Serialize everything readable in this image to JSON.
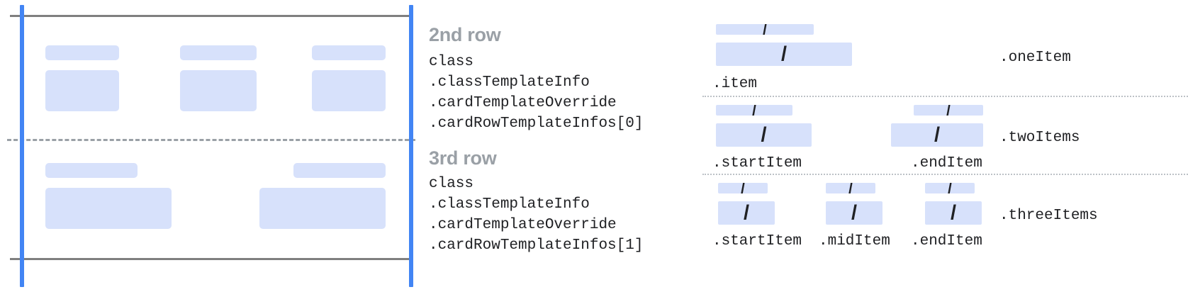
{
  "colors": {
    "placeholder_fill": "#d7e1fb",
    "guide_blue": "#4285f4",
    "rule_gray": "#7f7f7f",
    "dash_gray": "#9aa0a6",
    "dot_gray": "#bdc1c6",
    "heading_gray": "#9aa0a6",
    "text_dark": "#202124"
  },
  "left_diagram": {
    "name": "card-row-template-diagram",
    "rows": [
      {
        "id": "row-2",
        "cells": [
          {
            "title_w": 104,
            "body_w": 104
          },
          {
            "title_w": 108,
            "body_w": 108
          },
          {
            "title_w": 104,
            "body_w": 104
          }
        ]
      },
      {
        "id": "row-3",
        "cells": [
          {
            "title_w": 130,
            "body_w": 178
          },
          {
            "title_w": 130,
            "body_w": 178
          }
        ]
      }
    ]
  },
  "annotations": [
    {
      "heading": "2nd row",
      "lines": [
        "class",
        ".classTemplateInfo",
        ".cardTemplateOverride",
        ".cardRowTemplateInfos[0]"
      ]
    },
    {
      "heading": "3rd row",
      "lines": [
        "class",
        ".classTemplateInfo",
        ".cardTemplateOverride",
        ".cardRowTemplateInfos[1]"
      ]
    }
  ],
  "right_panel": {
    "slash_glyph": "/",
    "groups": [
      {
        "label": ".oneItem",
        "items": [
          {
            "caption": ".item"
          }
        ]
      },
      {
        "label": ".twoItems",
        "items": [
          {
            "caption": ".startItem"
          },
          {
            "caption": ".endItem"
          }
        ]
      },
      {
        "label": ".threeItems",
        "items": [
          {
            "caption": ".startItem"
          },
          {
            "caption": ".midItem"
          },
          {
            "caption": ".endItem"
          }
        ]
      }
    ]
  }
}
